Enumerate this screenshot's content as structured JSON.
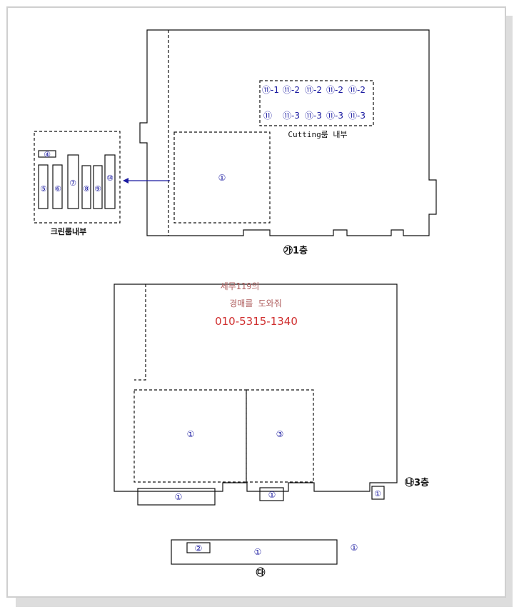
{
  "colors": {
    "line": "#111111",
    "marker": "#1a1aa0",
    "phone": "#d03030",
    "watermark": "#b06060",
    "frame_shadow": "#cfcfcf"
  },
  "building_a": {
    "label": "㉮1층",
    "cutting_room_label": "Cutting룸 내부",
    "clean_room_label": "크린룸내부",
    "main_marker": "①",
    "cutting_row_1": [
      "⑪-1",
      "⑪-2",
      "⑪-2",
      "⑪-2",
      "⑪-2"
    ],
    "cutting_row_2": [
      "⑪",
      "⑪-3",
      "⑪-3",
      "⑪-3",
      "⑪-3"
    ],
    "clean_room_markers": {
      "top": "④",
      "c1": "⑤",
      "c2": "⑥",
      "c3": "⑦",
      "c4": "⑧",
      "c5": "⑨",
      "c6": "⑩"
    }
  },
  "building_b": {
    "label": "㉯3층",
    "room_left_marker": "①",
    "room_right_marker": "③",
    "bottom_left_marker": "①",
    "bottom_mid_marker": "①",
    "bottom_right_marker": "①"
  },
  "building_c": {
    "label": "㉰",
    "marker_small": "②",
    "marker_main": "①",
    "marker_outside": "①"
  },
  "watermark": {
    "line1": "세무119의",
    "line2": "경매를 도와줘",
    "phone": "010-5315-1340"
  }
}
